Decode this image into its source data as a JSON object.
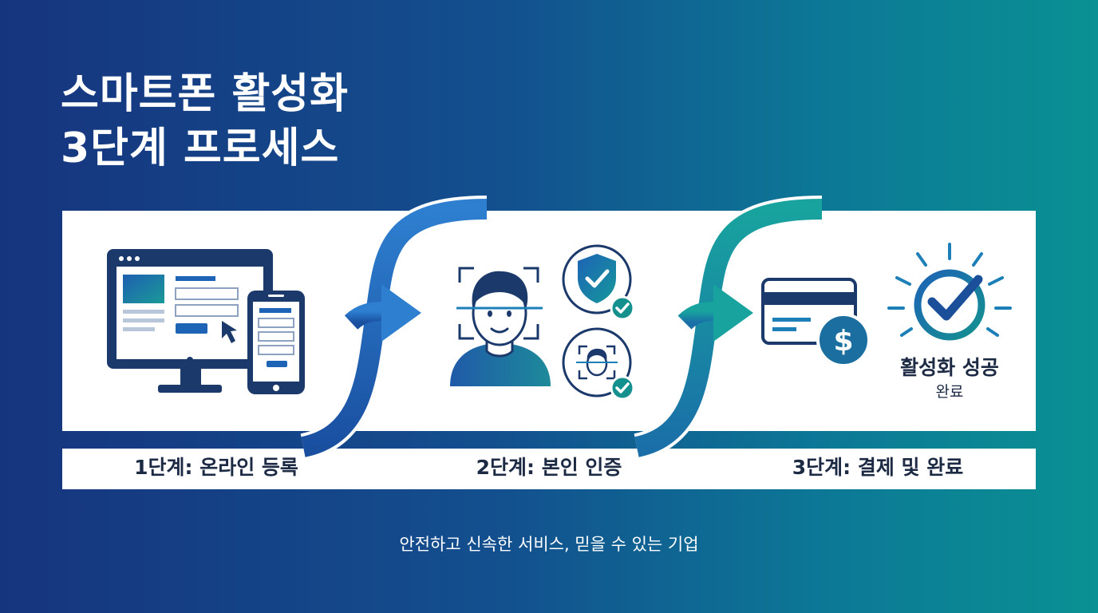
{
  "title": {
    "line1": "스마트폰 활성화",
    "line2": "3단계 프로세스"
  },
  "steps": [
    {
      "label": "1단계: 온라인 등록"
    },
    {
      "label": "2단계: 본인 인증"
    },
    {
      "label": "3단계: 결제 및 완료"
    }
  ],
  "success": {
    "title": "활성화 성공",
    "subtitle": "완료"
  },
  "tagline": "안전하고 신속한 서비스, 믿을 수 있는 기업",
  "icons": {
    "step1": [
      "desktop-monitor-icon",
      "smartphone-icon",
      "cursor-icon"
    ],
    "step2": [
      "face-scan-icon",
      "shield-check-icon",
      "face-id-check-icon"
    ],
    "step3": [
      "credit-card-icon",
      "dollar-coin-icon",
      "success-check-icon"
    ]
  },
  "colors": {
    "navy": "#1b3a6b",
    "blue": "#1d63b6",
    "teal": "#14918f",
    "panel": "#ffffff",
    "text_dark": "#1c2a44"
  }
}
